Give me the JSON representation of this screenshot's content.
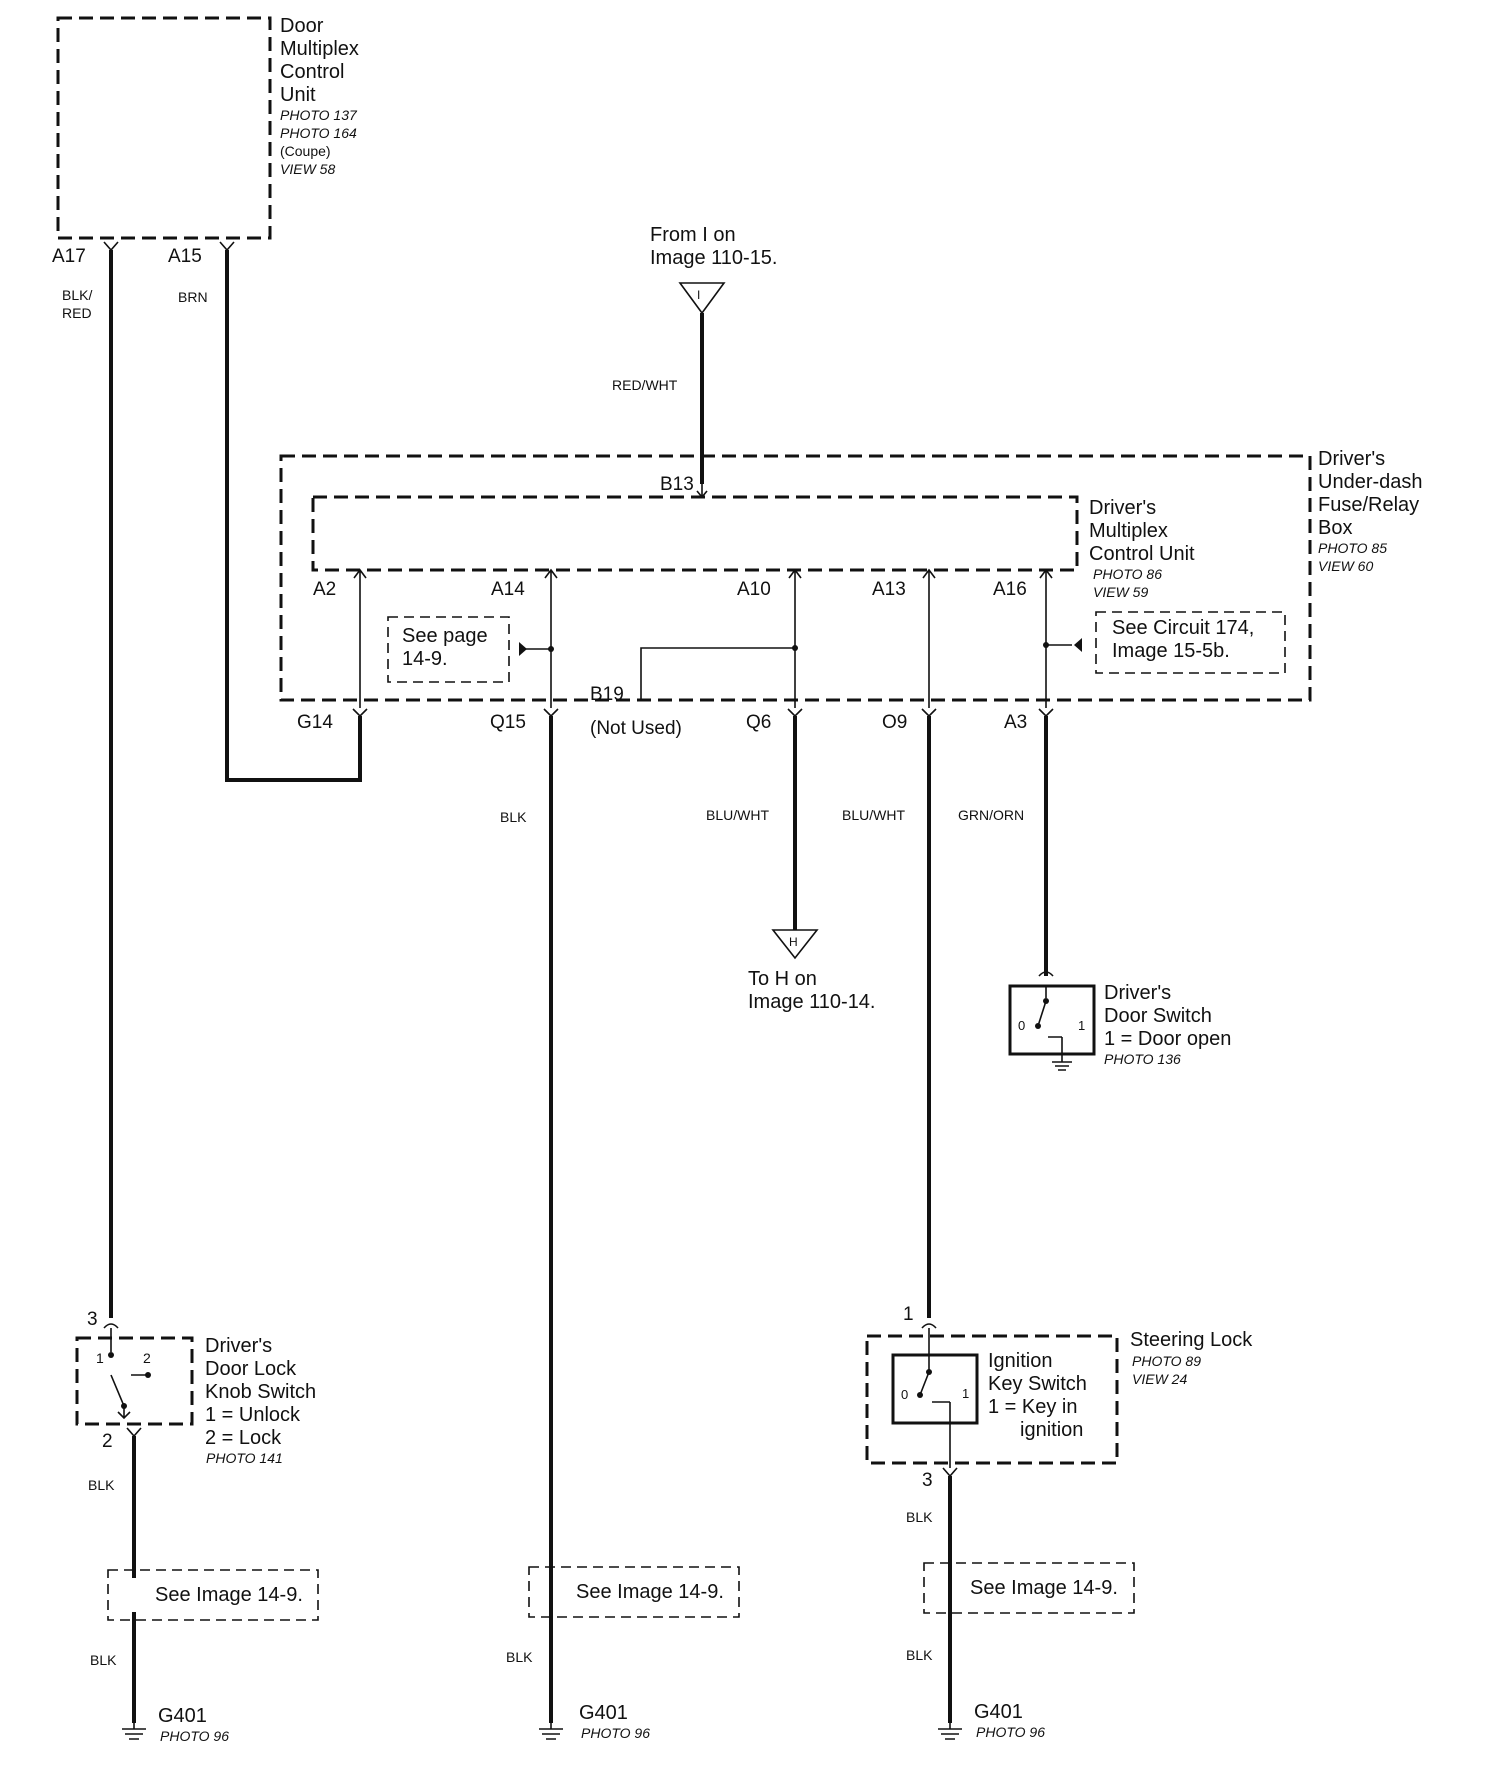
{
  "components": {
    "door_mpcu": {
      "lines": [
        "Door",
        "Multiplex",
        "Control",
        "Unit"
      ],
      "photos": [
        "PHOTO 137",
        "PHOTO 164"
      ],
      "note": "(Coupe)",
      "view": "VIEW 58"
    },
    "under_dash_box": {
      "lines": [
        "Driver's",
        "Under-dash",
        "Fuse/Relay",
        "Box"
      ],
      "photo": "PHOTO 85",
      "view": "VIEW 60"
    },
    "driver_mpcu": {
      "lines": [
        "Driver's",
        "Multiplex",
        "Control Unit"
      ],
      "photo": "PHOTO 86",
      "view": "VIEW 59"
    },
    "door_switch": {
      "lines": [
        "Driver's",
        "Door Switch",
        "1 = Door open"
      ],
      "photo": "PHOTO 136",
      "pos0": "0",
      "pos1": "1"
    },
    "knob_switch": {
      "lines": [
        "Driver's",
        "Door Lock",
        "Knob Switch",
        "1 = Unlock",
        "2 = Lock"
      ],
      "photo": "PHOTO 141",
      "pos1": "1",
      "pos2": "2"
    },
    "steering_lock": {
      "title": "Steering Lock",
      "photo": "PHOTO 89",
      "view": "VIEW 24"
    },
    "ign_switch": {
      "lines": [
        "Ignition",
        "Key Switch",
        "1 = Key in",
        "ignition"
      ],
      "pos0": "0",
      "pos1": "1"
    }
  },
  "connectors": {
    "from_i": {
      "lines": [
        "From I on",
        "Image 110-15."
      ],
      "letter": "I"
    },
    "to_h": {
      "lines": [
        "To H on",
        "Image 110-14."
      ],
      "letter": "H"
    }
  },
  "pins": {
    "A17": "A17",
    "A15": "A15",
    "B13": "B13",
    "A2": "A2",
    "A14": "A14",
    "A10": "A10",
    "A13": "A13",
    "A16": "A16",
    "G14": "G14",
    "Q15": "Q15",
    "B19": "B19",
    "Q6": "Q6",
    "O9": "O9",
    "A3": "A3",
    "knob_3": "3",
    "knob_2": "2",
    "ign_1": "1",
    "ign_3": "3"
  },
  "wires": {
    "blk_red": [
      "BLK/",
      "RED"
    ],
    "brn": "BRN",
    "red_wht": "RED/WHT",
    "blk_q15": "BLK",
    "blu_wht_q6": "BLU/WHT",
    "blu_wht_o9": "BLU/WHT",
    "grn_orn": "GRN/ORN",
    "blk_knob": "BLK",
    "blk_knob_g": "BLK",
    "blk_q15_g": "BLK",
    "blk_ign": "BLK",
    "blk_ign_g": "BLK"
  },
  "notes": {
    "not_used": "(Not Used)",
    "see_page": [
      "See page",
      "14-9."
    ],
    "see_circuit": [
      "See Circuit 174,",
      "Image 15-5b."
    ],
    "see_image_1": "See Image 14-9.",
    "see_image_2": "See Image 14-9.",
    "see_image_3": "See Image 14-9."
  },
  "grounds": [
    {
      "label": "G401",
      "photo": "PHOTO 96"
    },
    {
      "label": "G401",
      "photo": "PHOTO 96"
    },
    {
      "label": "G401",
      "photo": "PHOTO 96"
    }
  ]
}
